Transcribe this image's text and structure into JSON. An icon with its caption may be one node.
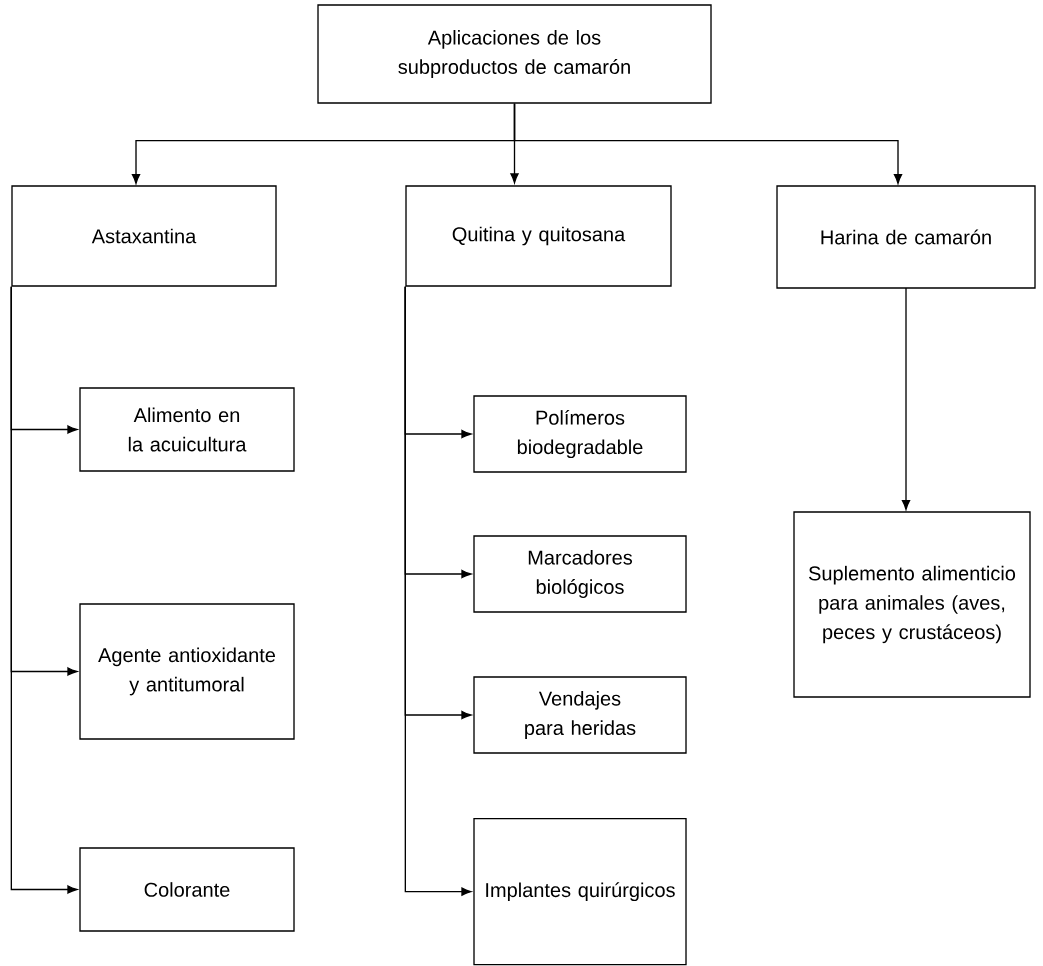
{
  "diagram": {
    "nodes": [
      {
        "text": [
          "Aplicaciones de los subproductos de camarón"
        ]
      },
      {
        "text": [
          "Astaxantina"
        ]
      },
      {
        "text": [
          "Quitina y quitosana"
        ]
      },
      {
        "text": [
          "Harina de camarón"
        ]
      },
      {
        "text": [
          "Alimento en la acuicultura"
        ]
      },
      {
        "text": [
          "Agente antioxidante y antitumoral"
        ]
      },
      {
        "text": [
          "Colorante"
        ]
      },
      {
        "text": [
          "Polímeros biodegradable"
        ]
      },
      {
        "text": [
          "Marcadores biológicos"
        ]
      },
      {
        "text": [
          "Vendajes para heridas"
        ]
      },
      {
        "text": [
          "Implantes quirúrgicos"
        ]
      },
      {
        "text": [
          "Suplemento alimenticio para animales (aves, peces y crustáceos)"
        ]
      }
    ],
    "edges": [
      {
        "from": 0,
        "to": 1,
        "arrow": "to"
      },
      {
        "from": 0,
        "to": 2,
        "arrow": "to"
      },
      {
        "from": 0,
        "to": 3,
        "arrow": "to"
      },
      {
        "from": 1,
        "to": 4,
        "arrow": "to"
      },
      {
        "from": 1,
        "to": 5,
        "arrow": "to"
      },
      {
        "from": 1,
        "to": 6,
        "arrow": "to"
      },
      {
        "from": 2,
        "to": 7,
        "arrow": "to"
      },
      {
        "from": 2,
        "to": 8,
        "arrow": "to"
      },
      {
        "from": 2,
        "to": 9,
        "arrow": "to"
      },
      {
        "from": 2,
        "to": 10,
        "arrow": "to"
      },
      {
        "from": 3,
        "to": 11,
        "arrow": "to"
      }
    ]
  }
}
